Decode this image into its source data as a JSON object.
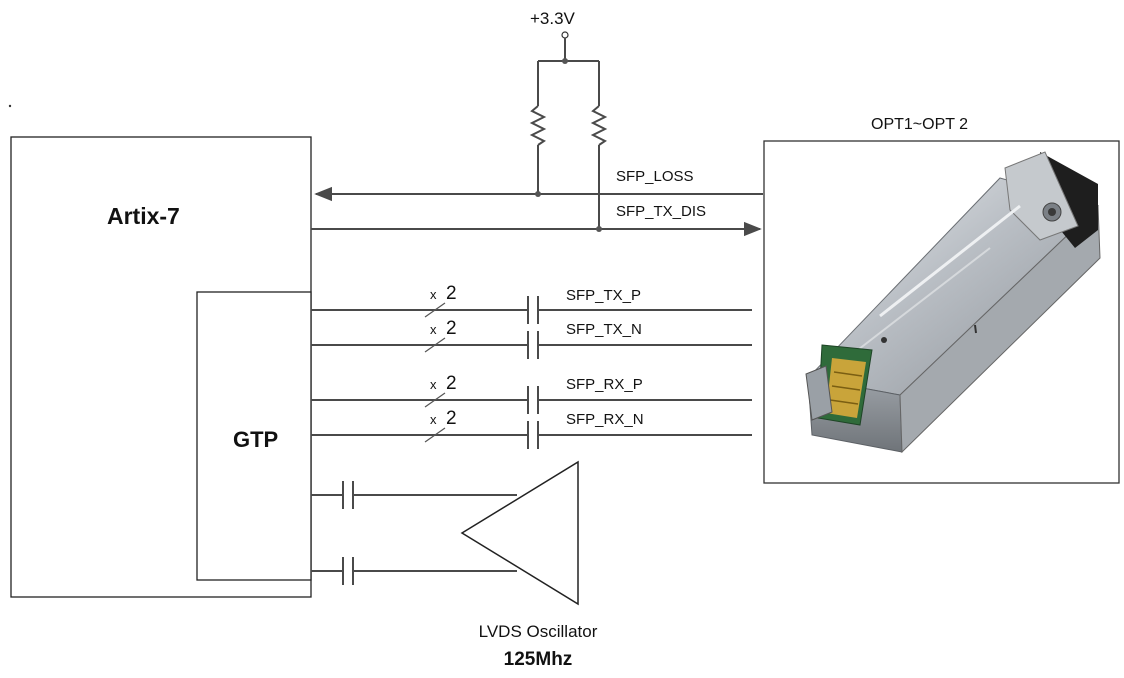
{
  "power": {
    "label": "+3.3V"
  },
  "fpga": {
    "label": "Artix-7"
  },
  "gtp": {
    "label": "GTP"
  },
  "module": {
    "title": "OPT1~OPT 2"
  },
  "signals": {
    "loss": "SFP_LOSS",
    "tx_dis": "SFP_TX_DIS",
    "tx_p": "SFP_TX_P",
    "tx_n": "SFP_TX_N",
    "rx_p": "SFP_RX_P",
    "rx_n": "SFP_RX_N"
  },
  "bus": {
    "mark": "x",
    "count": "2"
  },
  "oscillator": {
    "name": "LVDS Oscillator",
    "freq": "125Mhz"
  }
}
